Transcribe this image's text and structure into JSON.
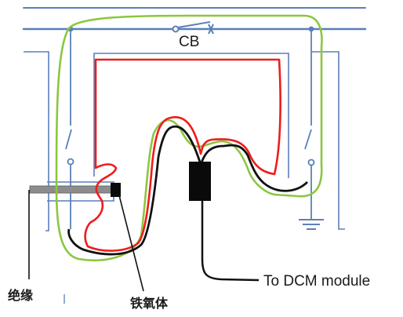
{
  "labels": {
    "cb": "CB",
    "insulation": "绝缘",
    "ferrite": "铁氧体",
    "dcm": "To DCM module"
  },
  "colors": {
    "busbar": "#5b7fb9",
    "frame": "#5b7fb9",
    "loop_green": "#8cc63f",
    "loop_red": "#ee1c1c",
    "cable_black": "#111111",
    "rod": "#8c8c8c",
    "ground": "#4a6fa5"
  },
  "icons": [
    "circuit-breaker-switch",
    "ground-symbol",
    "disconnect-switch",
    "current-transformer",
    "ferrite-core"
  ]
}
